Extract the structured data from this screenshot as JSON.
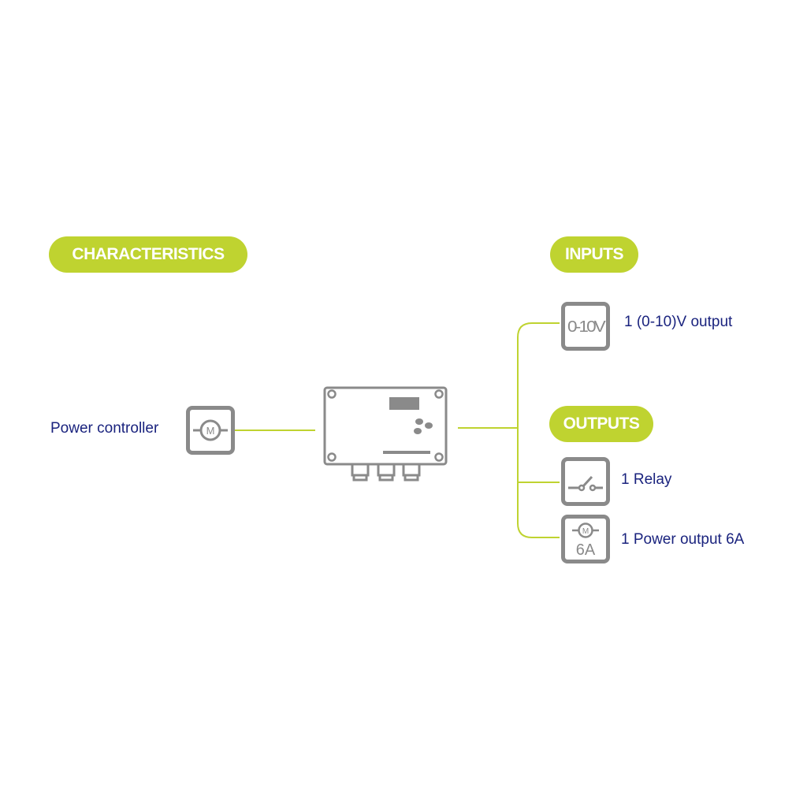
{
  "colors": {
    "accent_green": "#bfd330",
    "text_blue": "#1a237e",
    "icon_gray": "#8a8a8a"
  },
  "sections": {
    "characteristics": "CHARACTERISTICS",
    "inputs": "INPUTS",
    "outputs": "OUTPUTS"
  },
  "characteristics": {
    "label": "Power controller",
    "icon": "motor-icon",
    "icon_text": "M"
  },
  "device": {
    "icon": "controller-device-icon"
  },
  "inputs": [
    {
      "label": "1 (0-10)V output",
      "icon": "analog-voltage-icon",
      "icon_text": "0-10V"
    }
  ],
  "outputs": [
    {
      "label": "1 Relay",
      "icon": "relay-switch-icon"
    },
    {
      "label": "1 Power output 6A",
      "icon": "power-output-motor-icon",
      "icon_text": "M",
      "icon_subtext": "6A"
    }
  ]
}
